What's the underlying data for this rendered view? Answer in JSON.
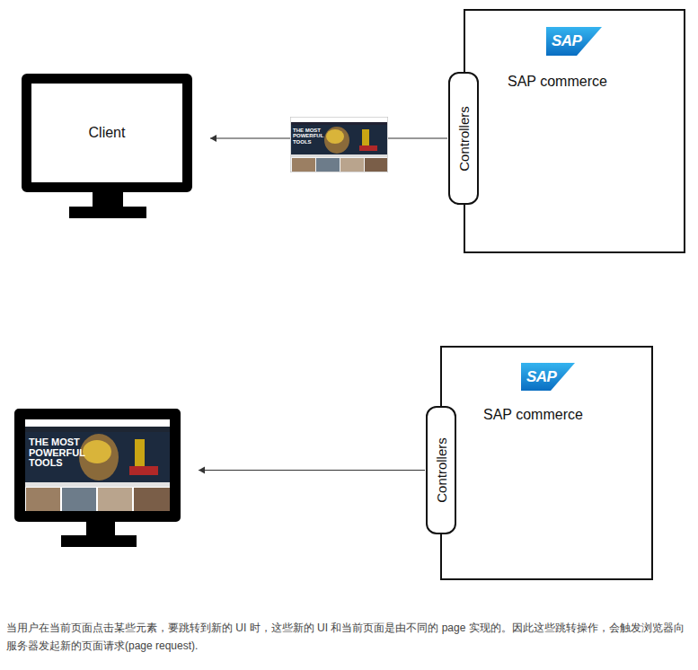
{
  "diagram": {
    "caption": "当用户在当前页面点击某些元素，要跳转到新的 UI 时，这些新的 UI 和当前页面是由不同的 page 实现的。因此这些跳转操作，会触发浏览器向服务器发起新的页面请求(page request).",
    "nodes": [
      {
        "text": [
          "Client"
        ]
      },
      {
        "text": [
          "SAP",
          "SAP commerce"
        ]
      },
      {
        "text": [
          "Controllers"
        ],
        "in": 1
      },
      {
        "text": [
          "THE MOST POWERFUL TOOLS"
        ]
      },
      {
        "text": [
          "SAP",
          "SAP commerce"
        ]
      },
      {
        "text": [
          "Controllers"
        ],
        "in": 4
      }
    ],
    "edges": [
      {
        "from": 2,
        "to": 0,
        "arrow": "to"
      },
      {
        "from": 5,
        "to": 3,
        "arrow": "to"
      }
    ],
    "labels": [
      "THE MOST POWERFUL TOOLS"
    ]
  }
}
